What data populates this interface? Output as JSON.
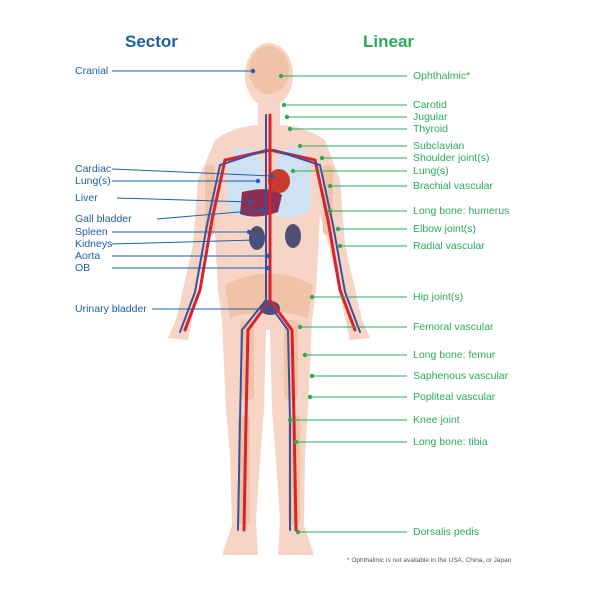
{
  "colors": {
    "sector": "#1f5fa6",
    "linear": "#2bab5a",
    "skin": "#f6d5c6",
    "bone": "#f3c9ad",
    "artery": "#d7232b",
    "vein": "#3d4f9e",
    "liver": "#8c2e55",
    "organ": "#4f4e77",
    "lung": "#cfe2f3"
  },
  "headings": {
    "sector": "Sector",
    "linear": "Linear"
  },
  "sector_labels": [
    "Cranial",
    "Cardiac",
    "Lung(s)",
    "Liver",
    "Gall bladder",
    "Spleen",
    "Kidneys",
    "Aorta",
    "OB",
    "Urinary bladder"
  ],
  "linear_labels": [
    "Ophthalmic*",
    "Carotid",
    "Jugular",
    "Thyroid",
    "Subclavian",
    "Shoulder joint(s)",
    "Lung(s)",
    "Brachial vascular",
    "Long bone: humerus",
    "Elbow joint(s)",
    "Radial vascular",
    "Hip joint(s)",
    "Femoral vascular",
    "Long bone: femur",
    "Saphenous vascular",
    "Popliteal vascular",
    "Knee joint",
    "Long bone: tibia",
    "Dorsalis pedis"
  ],
  "footnote": "* Ophthalmic is not available in the USA, China, or Japan"
}
